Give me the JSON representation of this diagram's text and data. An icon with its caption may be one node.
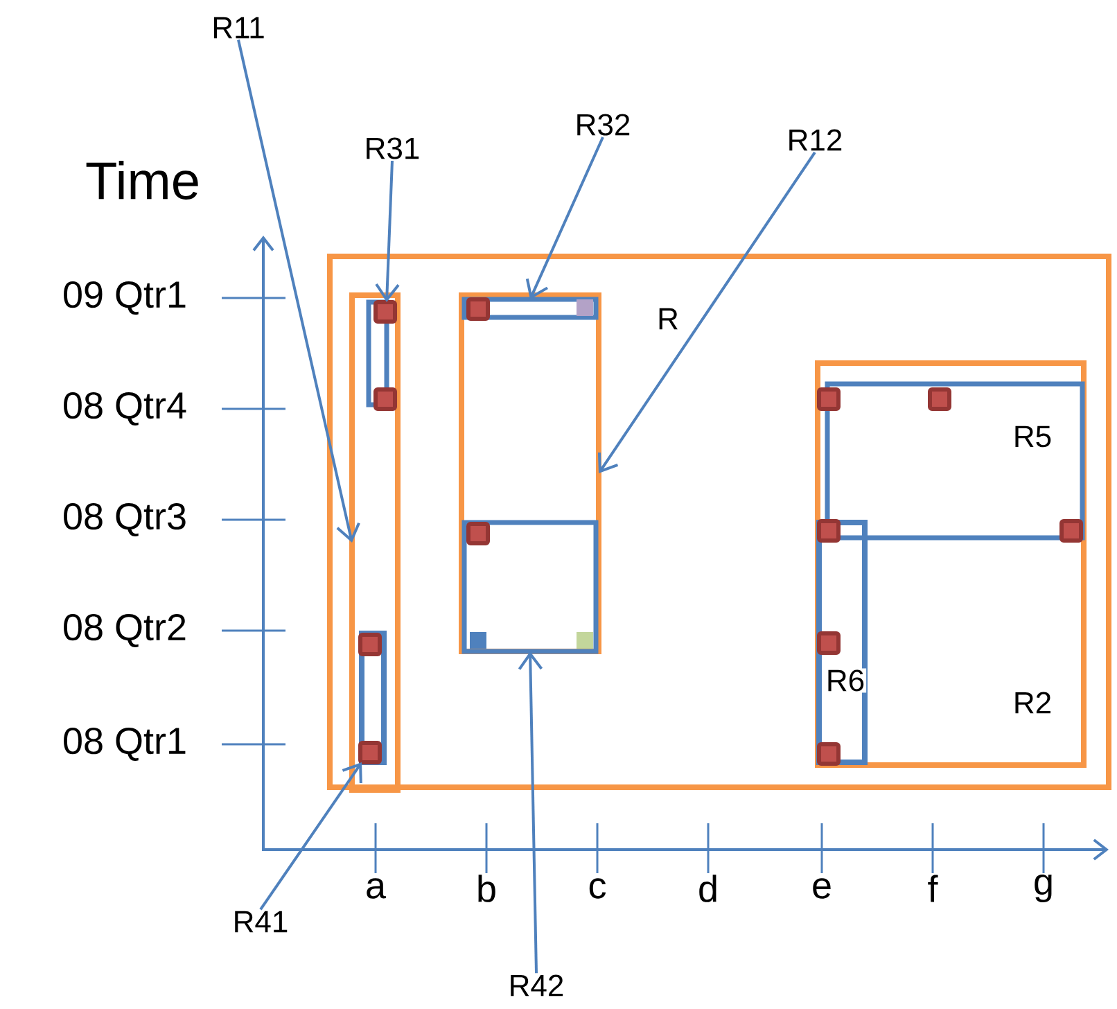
{
  "diagram": {
    "nodes": [
      {
        "text": [
          "R"
        ]
      },
      {
        "text": [
          "R11"
        ]
      },
      {
        "text": [
          "R31"
        ]
      },
      {
        "text": [
          "R32"
        ]
      },
      {
        "text": [
          "R12"
        ]
      },
      {
        "text": [],
        "shape": "box",
        "in": 0
      },
      {
        "text": [],
        "shape": "box",
        "in": 5
      },
      {
        "text": [],
        "shape": "box",
        "in": 5
      },
      {
        "text": [],
        "shape": "box",
        "in": 0
      },
      {
        "text": [],
        "shape": "box",
        "in": 8
      },
      {
        "text": [],
        "shape": "box",
        "in": 8
      },
      {
        "text": [
          "R2"
        ],
        "in": 0
      },
      {
        "text": [
          "R5"
        ],
        "in": 11
      },
      {
        "text": [
          "R6"
        ],
        "in": 11
      },
      {
        "text": [
          "R41"
        ]
      },
      {
        "text": [
          "R42"
        ]
      }
    ],
    "edges": [
      {
        "from": 1,
        "to": 5,
        "arrow": "to"
      },
      {
        "from": 2,
        "to": 6,
        "arrow": "to"
      },
      {
        "from": 3,
        "to": 9,
        "arrow": "to"
      },
      {
        "from": 4,
        "to": 8,
        "arrow": "to"
      },
      {
        "from": 14,
        "to": 7,
        "arrow": "to"
      },
      {
        "from": 15,
        "to": 10,
        "arrow": "to"
      }
    ],
    "labels": [
      "Time",
      "09 Qtr1",
      "08 Qtr4",
      "08 Qtr3",
      "08 Qtr2",
      "08 Qtr1",
      "a",
      "b",
      "c",
      "d",
      "e",
      "f",
      "g"
    ]
  }
}
